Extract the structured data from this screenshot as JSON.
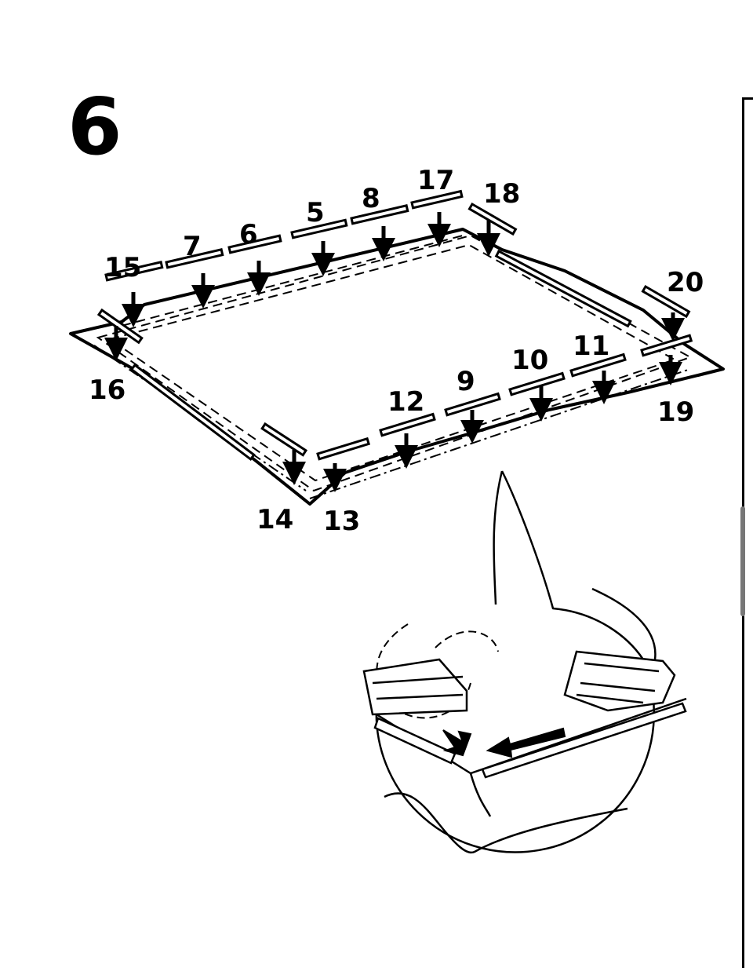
{
  "step": {
    "number": "6"
  },
  "part_labels": [
    {
      "id": "15",
      "text": "15"
    },
    {
      "id": "7",
      "text": "7"
    },
    {
      "id": "6",
      "text": "6"
    },
    {
      "id": "5",
      "text": "5"
    },
    {
      "id": "8",
      "text": "8"
    },
    {
      "id": "17",
      "text": "17"
    },
    {
      "id": "18",
      "text": "18"
    },
    {
      "id": "20",
      "text": "20"
    },
    {
      "id": "16",
      "text": "16"
    },
    {
      "id": "11",
      "text": "11"
    },
    {
      "id": "10",
      "text": "10"
    },
    {
      "id": "9",
      "text": "9"
    },
    {
      "id": "12",
      "text": "12"
    },
    {
      "id": "19",
      "text": "19"
    },
    {
      "id": "14",
      "text": "14"
    },
    {
      "id": "13",
      "text": "13"
    }
  ]
}
